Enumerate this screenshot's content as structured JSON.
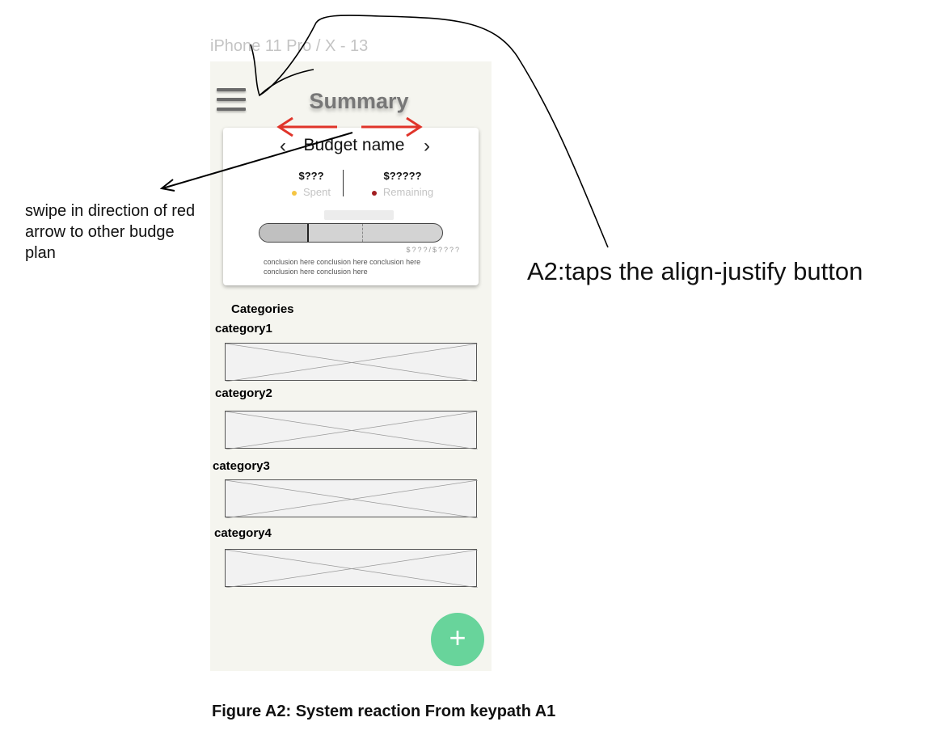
{
  "frame": {
    "label": "iPhone 11 Pro / X - 13"
  },
  "header": {
    "title": "Summary",
    "menu_icon": "hamburger-menu-icon"
  },
  "budget_card": {
    "budget_name": "Budget name",
    "prev_chevron": "‹",
    "next_chevron": "›",
    "spent_amount": "$???",
    "spent_label": "Spent",
    "remaining_amount": "$?????",
    "remaining_label": "Remaining",
    "spent_dot_color": "#f5c542",
    "remaining_dot_color": "#a11d21",
    "progress_text": "$???/$????",
    "conclusion": "conclusion here  conclusion here conclusion here conclusion here conclusion here"
  },
  "categories": {
    "title": "Categories",
    "items": [
      {
        "label": "category1"
      },
      {
        "label": "category2"
      },
      {
        "label": "category3"
      },
      {
        "label": "category4"
      }
    ]
  },
  "fab": {
    "symbol": "+",
    "color": "#68d49b"
  },
  "annotations": {
    "left_note": "swipe in direction of red arrow to other budge plan",
    "right_note": "A2:taps the align-justify button",
    "arrow_color": "#e0342a"
  },
  "caption": "Figure A2: System reaction From keypath A1"
}
